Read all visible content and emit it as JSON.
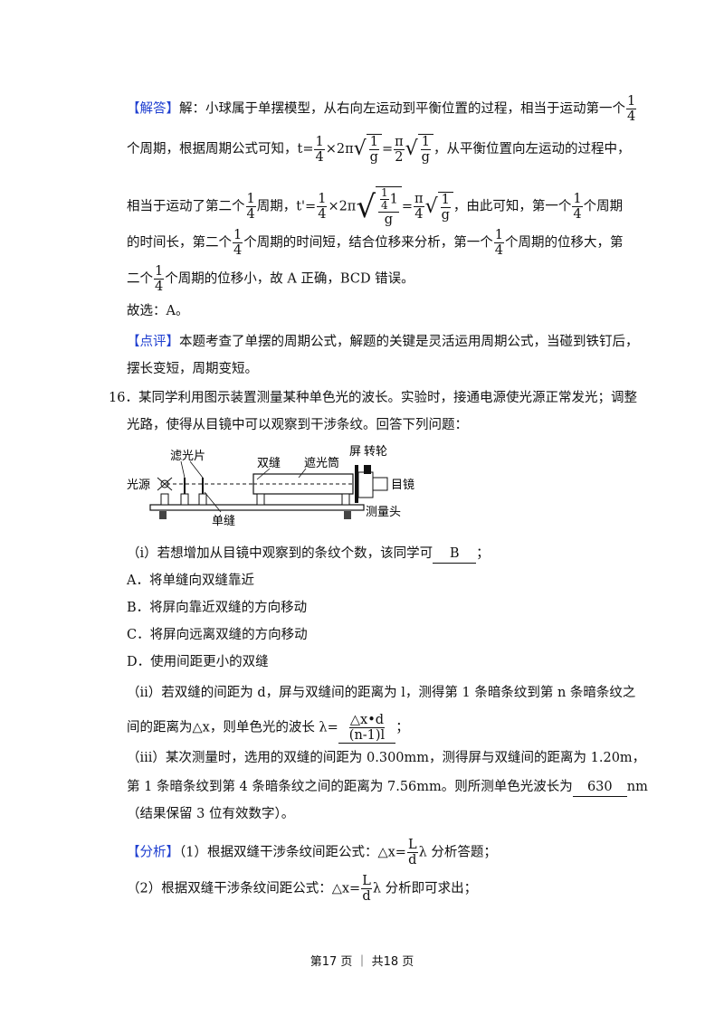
{
  "jieda": {
    "tag": "【解答】",
    "l1": "解：小球属于单摆模型，从右向左运动到平衡位置的过程，相当于运动第一个",
    "l2a": "个周期，根据周期公式可知，t=",
    "l2b": "×2π",
    "l2c": "=",
    "l2d": "，从平衡位置向左运动的过程中，",
    "l3a": "相当于运动了第二个",
    "l3b": "周期，t'=",
    "l3c": "×2π",
    "l3d": "=",
    "l3e": "，由此可知，第一个",
    "l3f": "个周期",
    "l4a": "的时间长，第二个",
    "l4b": "个周期的时间短，结合位移来分析，第一个",
    "l4c": "个周期的位移大，第",
    "l5a": "二个",
    "l5b": "个周期的位移小，故 A 正确，BCD 错误。",
    "l6": "故选：A。"
  },
  "math": {
    "one": "1",
    "four": "4",
    "two": "2",
    "pi": "π",
    "g": "g",
    "radical": "√"
  },
  "dianping": {
    "tag": "【点评】",
    "l1": "本题考查了单摆的周期公式，解题的关键是灵活运用周期公式，当碰到铁钉后，",
    "l2": "摆长变短，周期变短。"
  },
  "q16": {
    "l1": "16．某同学利用图示装置测量某种单色光的波长。实验时，接通电源使光源正常发光；调整",
    "l2": "光路，使得从目镜中可以观察到干涉条纹。回答下列问题："
  },
  "diagram": {
    "light_source": "光源",
    "filter": "滤光片",
    "double_slit": "双缝",
    "tube": "遮光筒",
    "screen": "屏",
    "wheel": "转轮",
    "eyepiece": "目镜",
    "single_slit": "单缝",
    "measure_head": "测量头"
  },
  "qi": {
    "stem": "（i）若想增加从目镜中观察到的条纹个数，该同学可",
    "answer": "B",
    "end": "；",
    "options": [
      "A．将单缝向双缝靠近",
      "B．将屏向靠近双缝的方向移动",
      "C．将屏向远离双缝的方向移动",
      "D．使用间距更小的双缝"
    ]
  },
  "qii": {
    "l1": "（ii）若双缝的间距为 d，屏与双缝间的距离为 l，测得第 1 条暗条纹到第 n 条暗条纹之",
    "l2a": "间的距离为△x，则单色光的波长 λ=",
    "ans_num": "△x•d",
    "ans_den": "(n-1)l",
    "l2end": "；"
  },
  "qiii": {
    "l1": "（iii）某次测量时，选用的双缝的间距为 0.300mm，测得屏与双缝间的距离为 1.20m，",
    "l2a": "第 1 条暗条纹到第 4 条暗条纹之间的距离为 7.56mm。则所测单色光波长为",
    "answer": "630",
    "unit": "nm",
    "l3": "（结果保留 3 位有效数字）。"
  },
  "fenxi": {
    "tag": "【分析】",
    "l1a": "（1）根据双缝干涉条纹间距公式：△x=",
    "l1b": "λ 分析答题；",
    "l2a": "（2）根据双缝干涉条纹间距公式：△x=",
    "l2b": "λ 分析即可求出；",
    "frac_num": "L",
    "frac_den": "d"
  },
  "footer": "第17 页 ｜ 共18 页"
}
